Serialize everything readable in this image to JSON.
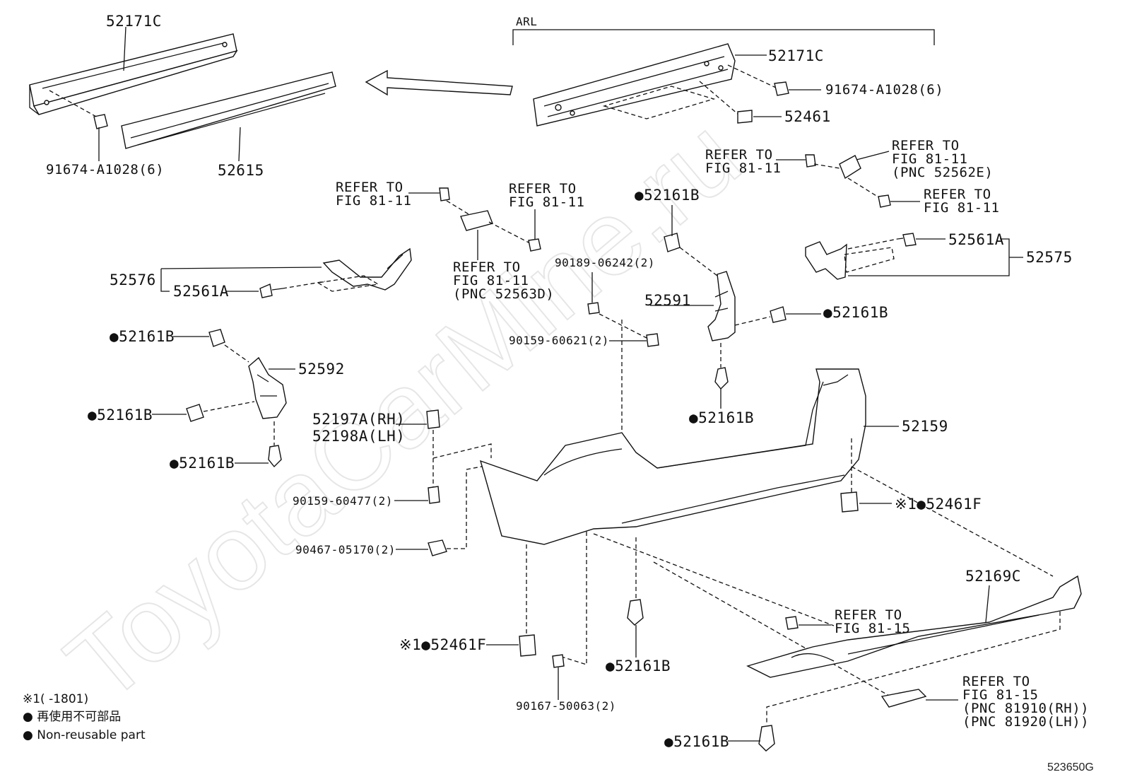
{
  "watermark": "ToyotaCarMine.ru",
  "drawing_code": "523650G",
  "group_label": "ARL",
  "parts": {
    "p52171c_left": "52171C",
    "p52171c_right": "52171C",
    "p52615": "52615",
    "p91674_left": "91674-A1028(6)",
    "p91674_right": "91674-A1028(6)",
    "p52461": "52461",
    "p52576": "52576",
    "p52561a_left": "52561A",
    "p52561a_right": "52561A",
    "p52575": "52575",
    "p52161b_a": "●52161B",
    "p52161b_b": "●52161B",
    "p52161b_c": "●52161B",
    "p52161b_d": "●52161B",
    "p52161b_e": "●52161B",
    "p52161b_f": "●52161B",
    "p52161b_g": "●52161B",
    "p52161b_h": "●52161B",
    "p52592": "52592",
    "p52591": "52591",
    "p90189": "90189-06242(2)",
    "p90159_621": "90159-60621(2)",
    "p52197a": "52197A(RH)",
    "p52198a": "52198A(LH)",
    "p90159_477": "90159-60477(2)",
    "p90467": "90467-05170(2)",
    "p52159": "52159",
    "p52461f_right": "※1●52461F",
    "p52461f_left": "※1●52461F",
    "p52169c": "52169C",
    "p90167": "90167-50063(2)"
  },
  "refers": {
    "r1a": "REFER TO",
    "r1b": "FIG 81-11",
    "r2a": "REFER TO",
    "r2b": "FIG 81-11",
    "r3a": "REFER TO",
    "r3b": "FIG 81-11",
    "r3c": "(PNC 52563D)",
    "r4a": "REFER TO",
    "r4b": "FIG 81-11",
    "r5a": "REFER TO",
    "r5b": "FIG 81-11",
    "r5c": "(PNC 52562E)",
    "r6a": "REFER TO",
    "r6b": "FIG 81-11",
    "r7a": "REFER TO",
    "r7b": "FIG 81-15",
    "r8a": "REFER TO",
    "r8b": "FIG 81-15",
    "r8c": "(PNC 81910(RH))",
    "r8d": "(PNC 81920(LH))"
  },
  "legend": {
    "note1": "※1(   -1801)",
    "jp": "● 再使用不可部品",
    "en": "● Non-reusable part"
  }
}
